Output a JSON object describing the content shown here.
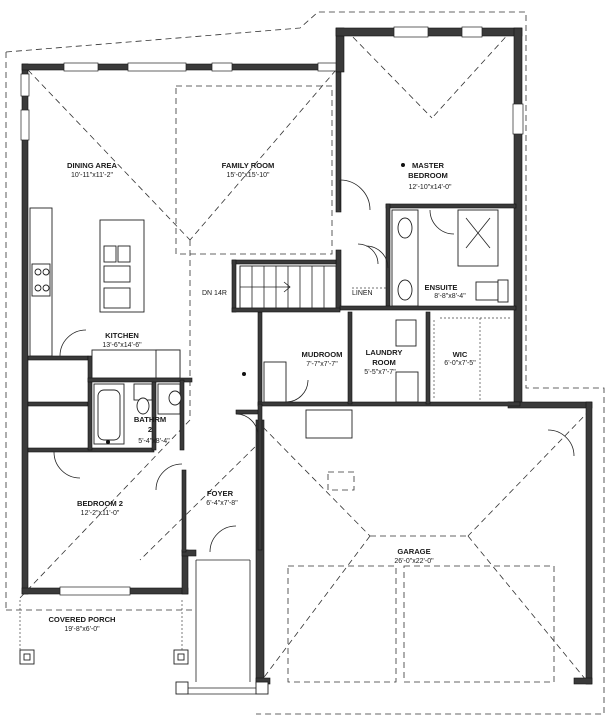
{
  "rooms": {
    "dining": {
      "name": "DINING AREA",
      "dims": "10'-11\"x11'-2\""
    },
    "family": {
      "name": "FAMILY ROOM",
      "dims": "15'-0\"x15'-10\""
    },
    "master": {
      "name1": "MASTER",
      "name2": "BEDROOM",
      "dims": "12'-10\"x14'-0\""
    },
    "ensuite": {
      "name": "ENSUITE",
      "dims": "8'-8\"x8'-4\""
    },
    "kitchen": {
      "name": "KITCHEN",
      "dims": "13'-6\"x14'-6\""
    },
    "mudroom": {
      "name": "MUDROOM",
      "dims": "7'-7\"x7'-7\""
    },
    "laundry": {
      "name1": "LAUNDRY",
      "name2": "ROOM",
      "dims": "5'-5\"x7'-7\""
    },
    "wic": {
      "name": "WIC",
      "dims": "6'-0\"x7'-5\""
    },
    "bathroom": {
      "name1": "BATHRM",
      "name2": "2",
      "dims": "5'-4\"x8'-4\""
    },
    "bedroom2": {
      "name": "BEDROOM 2",
      "dims": "12'-2\"x11'-0\""
    },
    "foyer": {
      "name": "FOYER",
      "dims": "6'-4\"x7'-8\""
    },
    "garage": {
      "name": "GARAGE",
      "dims": "26'-0\"x22'-0\""
    },
    "porch": {
      "name": "COVERED PORCH",
      "dims": "19'-8\"x6'-0\""
    }
  },
  "annotations": {
    "stairs": "DN 14R",
    "linen": "LINEN"
  }
}
